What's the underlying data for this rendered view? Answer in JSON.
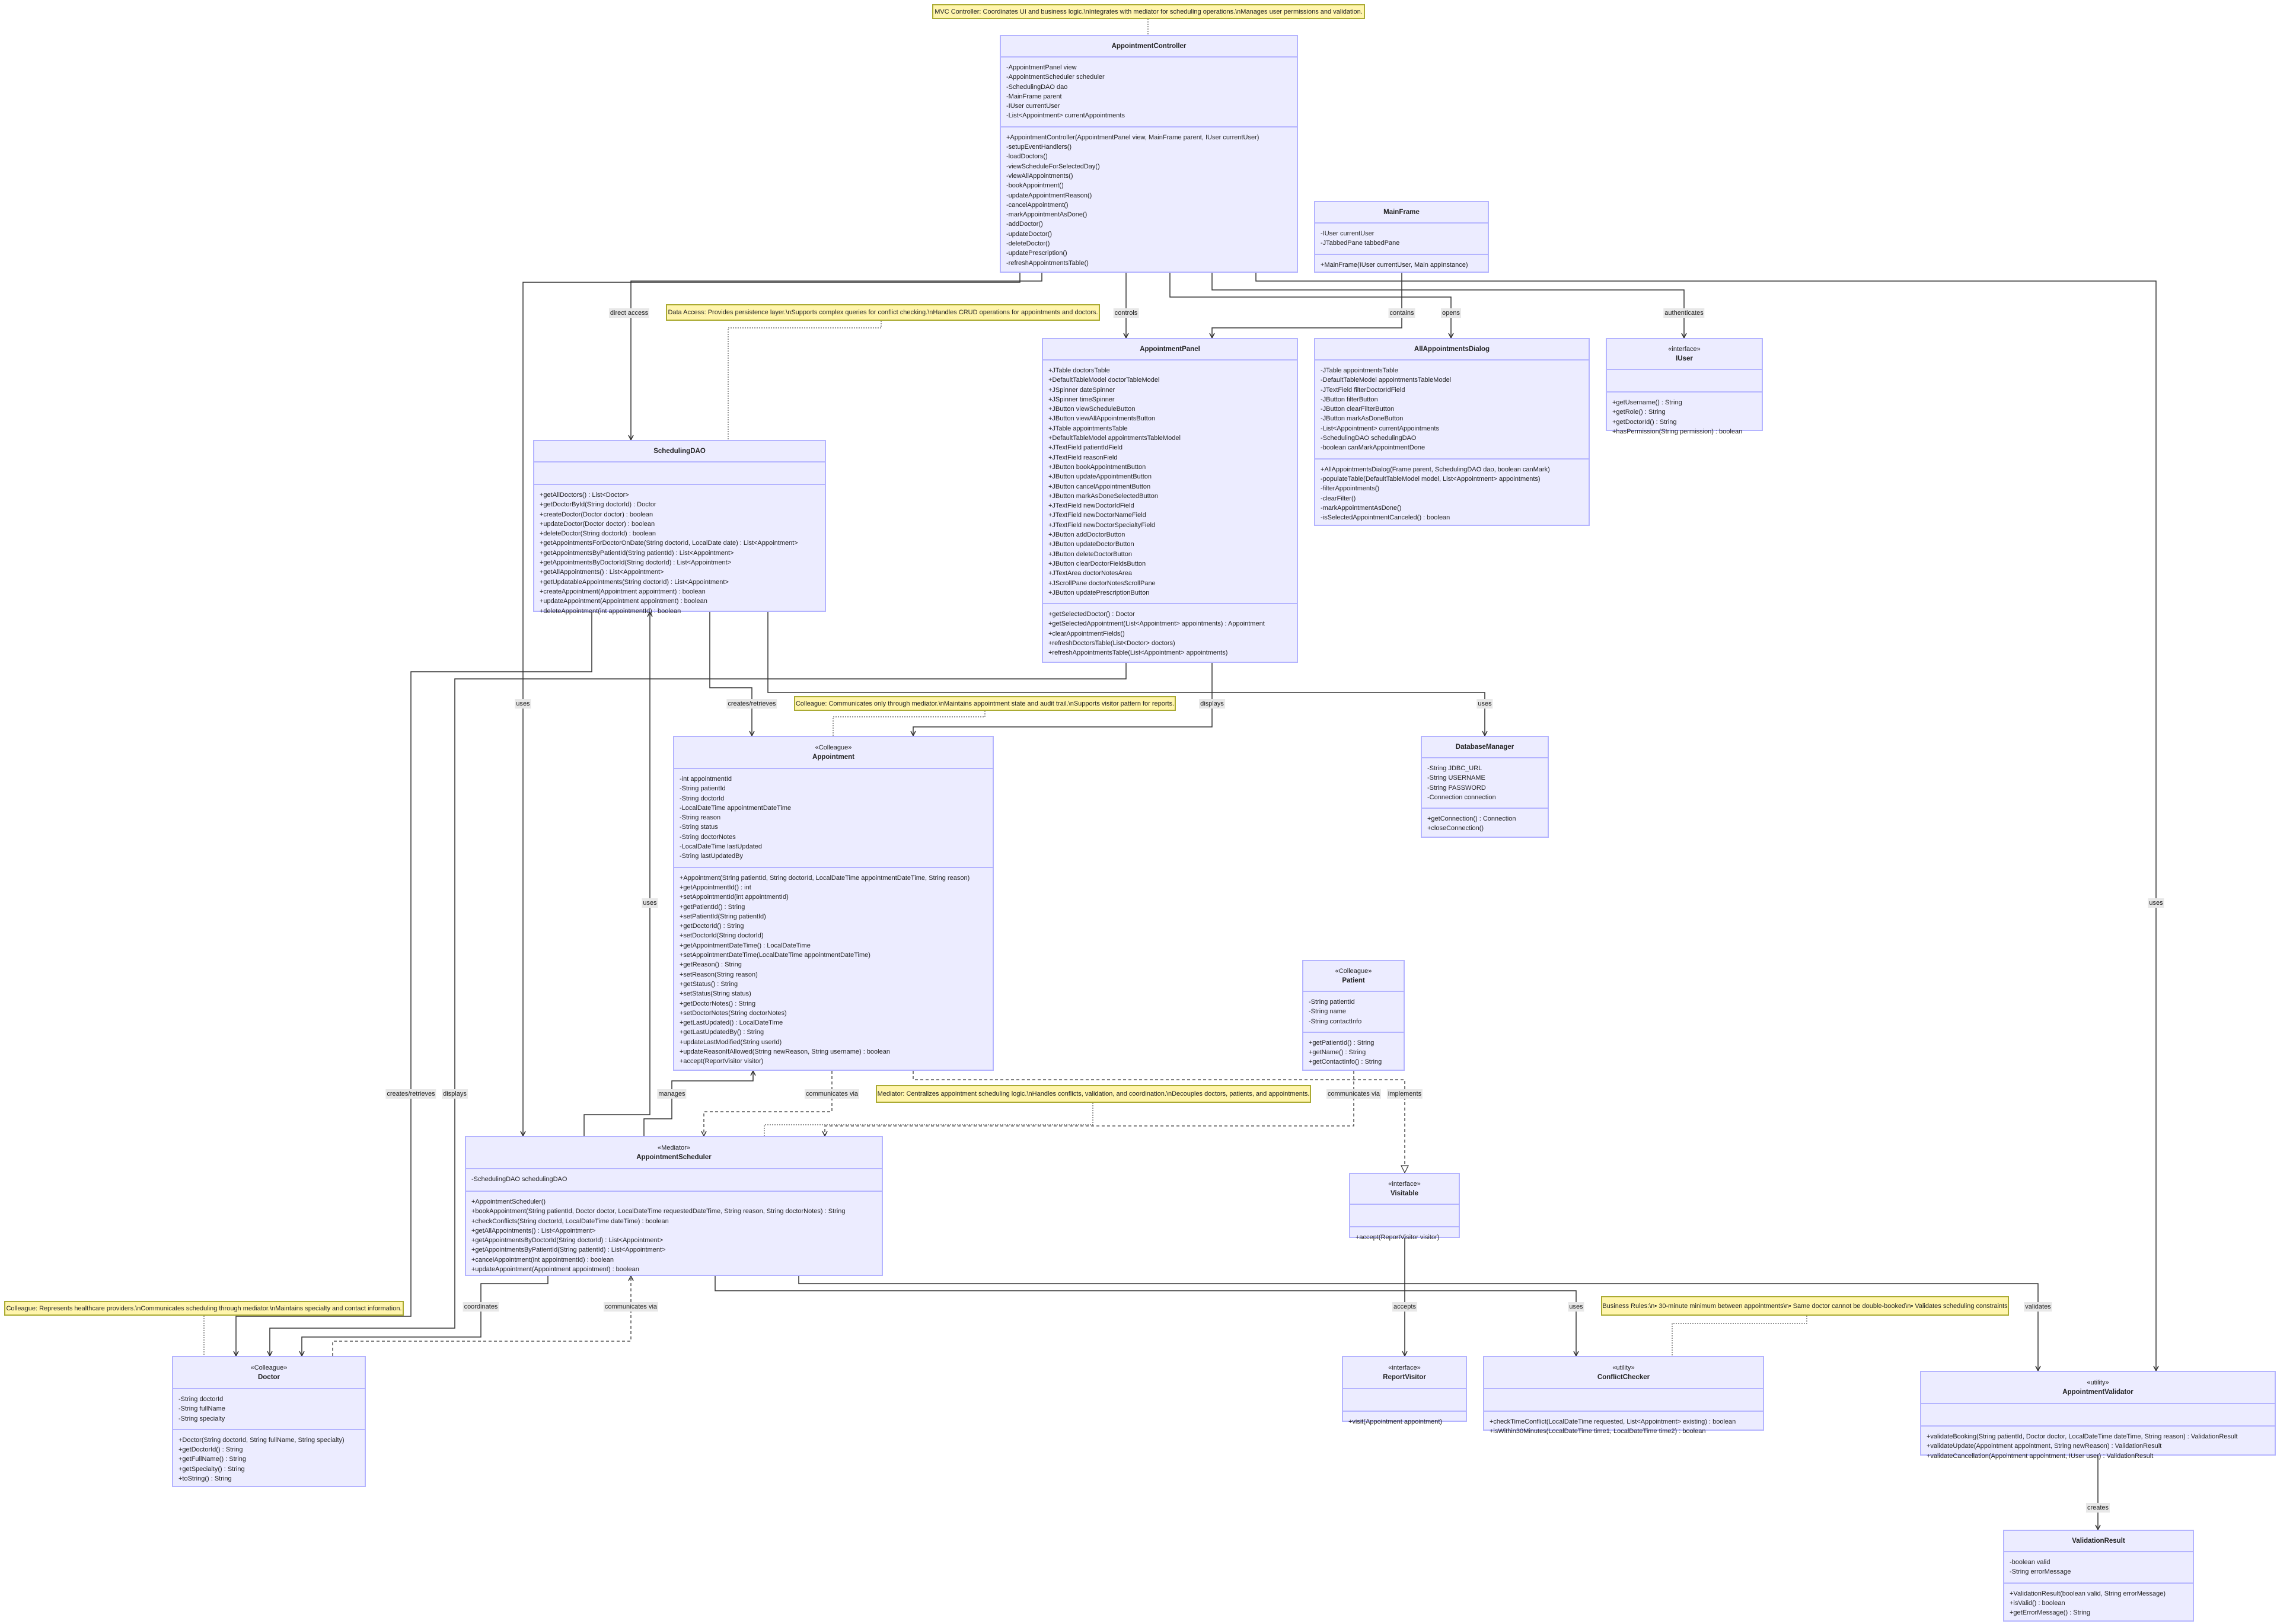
{
  "classes": {
    "controller": {
      "stereotype": null,
      "name": "AppointmentController",
      "attributes": [
        "-AppointmentPanel view",
        "-AppointmentScheduler scheduler",
        "-SchedulingDAO dao",
        "-MainFrame parent",
        "-IUser currentUser",
        "-List<Appointment> currentAppointments"
      ],
      "methods": [
        "+AppointmentController(AppointmentPanel view, MainFrame parent, IUser currentUser)",
        "-setupEventHandlers()",
        "-loadDoctors()",
        "-viewScheduleForSelectedDay()",
        "-viewAllAppointments()",
        "-bookAppointment()",
        "-updateAppointmentReason()",
        "-cancelAppointment()",
        "-markAppointmentAsDone()",
        "-addDoctor()",
        "-updateDoctor()",
        "-deleteDoctor()",
        "-updatePrescription()",
        "-refreshAppointmentsTable()"
      ]
    },
    "mainframe": {
      "stereotype": null,
      "name": "MainFrame",
      "attributes": [
        "-IUser currentUser",
        "-JTabbedPane tabbedPane"
      ],
      "methods": [
        "+MainFrame(IUser currentUser, Main appInstance)"
      ]
    },
    "dao": {
      "stereotype": null,
      "name": "SchedulingDAO",
      "attributes": [],
      "methods": [
        "+getAllDoctors() : List<Doctor>",
        "+getDoctorById(String doctorId) : Doctor",
        "+createDoctor(Doctor doctor) : boolean",
        "+updateDoctor(Doctor doctor) : boolean",
        "+deleteDoctor(String doctorId) : boolean",
        "+getAppointmentsForDoctorOnDate(String doctorId, LocalDate date) : List<Appointment>",
        "+getAppointmentsByPatientId(String patientId) : List<Appointment>",
        "+getAppointmentsByDoctorId(String doctorId) : List<Appointment>",
        "+getAllAppointments() : List<Appointment>",
        "+getUpdatableAppointments(String doctorId) : List<Appointment>",
        "+createAppointment(Appointment appointment) : boolean",
        "+updateAppointment(Appointment appointment) : boolean",
        "+deleteAppointment(int appointmentId) : boolean"
      ]
    },
    "panel": {
      "stereotype": null,
      "name": "AppointmentPanel",
      "attributes": [
        "+JTable doctorsTable",
        "+DefaultTableModel doctorTableModel",
        "+JSpinner dateSpinner",
        "+JSpinner timeSpinner",
        "+JButton viewScheduleButton",
        "+JButton viewAllAppointmentsButton",
        "+JTable appointmentsTable",
        "+DefaultTableModel appointmentsTableModel",
        "+JTextField patientIdField",
        "+JTextField reasonField",
        "+JButton bookAppointmentButton",
        "+JButton updateAppointmentButton",
        "+JButton cancelAppointmentButton",
        "+JButton markAsDoneSelectedButton",
        "+JTextField newDoctorIdField",
        "+JTextField newDoctorNameField",
        "+JTextField newDoctorSpecialtyField",
        "+JButton addDoctorButton",
        "+JButton updateDoctorButton",
        "+JButton deleteDoctorButton",
        "+JButton clearDoctorFieldsButton",
        "+JTextArea doctorNotesArea",
        "+JScrollPane doctorNotesScrollPane",
        "+JButton updatePrescriptionButton"
      ],
      "methods": [
        "+getSelectedDoctor() : Doctor",
        "+getSelectedAppointment(List<Appointment> appointments) : Appointment",
        "+clearAppointmentFields()",
        "+refreshDoctorsTable(List<Doctor> doctors)",
        "+refreshAppointmentsTable(List<Appointment> appointments)"
      ]
    },
    "dialog": {
      "stereotype": null,
      "name": "AllAppointmentsDialog",
      "attributes": [
        "-JTable appointmentsTable",
        "-DefaultTableModel appointmentsTableModel",
        "-JTextField filterDoctorIdField",
        "-JButton filterButton",
        "-JButton clearFilterButton",
        "-JButton markAsDoneButton",
        "-List<Appointment> currentAppointments",
        "-SchedulingDAO schedulingDAO",
        "-boolean canMarkAppointmentDone"
      ],
      "methods": [
        "+AllAppointmentsDialog(Frame parent, SchedulingDAO dao, boolean canMark)",
        "-populateTable(DefaultTableModel model, List<Appointment> appointments)",
        "-filterAppointments()",
        "-clearFilter()",
        "-markAppointmentAsDone()",
        "-isSelectedAppointmentCanceled() : boolean"
      ]
    },
    "iuser": {
      "stereotype": "«interface»",
      "name": "IUser",
      "attributes": [],
      "methods": [
        "+getUsername() : String",
        "+getRole() : String",
        "+getDoctorId() : String",
        "+hasPermission(String permission) : boolean"
      ]
    },
    "appointment": {
      "stereotype": "«Colleague»",
      "name": "Appointment",
      "attributes": [
        "-int appointmentId",
        "-String patientId",
        "-String doctorId",
        "-LocalDateTime appointmentDateTime",
        "-String reason",
        "-String status",
        "-String doctorNotes",
        "-LocalDateTime lastUpdated",
        "-String lastUpdatedBy"
      ],
      "methods": [
        "+Appointment(String patientId, String doctorId, LocalDateTime appointmentDateTime, String reason)",
        "+getAppointmentId() : int",
        "+setAppointmentId(int appointmentId)",
        "+getPatientId() : String",
        "+setPatientId(String patientId)",
        "+getDoctorId() : String",
        "+setDoctorId(String doctorId)",
        "+getAppointmentDateTime() : LocalDateTime",
        "+setAppointmentDateTime(LocalDateTime appointmentDateTime)",
        "+getReason() : String",
        "+setReason(String reason)",
        "+getStatus() : String",
        "+setStatus(String status)",
        "+getDoctorNotes() : String",
        "+setDoctorNotes(String doctorNotes)",
        "+getLastUpdated() : LocalDateTime",
        "+getLastUpdatedBy() : String",
        "+updateLastModified(String userId)",
        "+updateReasonIfAllowed(String newReason, String username) : boolean",
        "+accept(ReportVisitor visitor)"
      ]
    },
    "dbmanager": {
      "stereotype": null,
      "name": "DatabaseManager",
      "attributes": [
        "-String JDBC_URL",
        "-String USERNAME",
        "-String PASSWORD",
        "-Connection connection"
      ],
      "methods": [
        "+getConnection() : Connection",
        "+closeConnection()"
      ]
    },
    "patient": {
      "stereotype": "«Colleague»",
      "name": "Patient",
      "attributes": [
        "-String patientId",
        "-String name",
        "-String contactInfo"
      ],
      "methods": [
        "+getPatientId() : String",
        "+getName() : String",
        "+getContactInfo() : String"
      ]
    },
    "scheduler": {
      "stereotype": "«Mediator»",
      "name": "AppointmentScheduler",
      "attributes": [
        "-SchedulingDAO schedulingDAO"
      ],
      "methods": [
        "+AppointmentScheduler()",
        "+bookAppointment(String patientId, Doctor doctor, LocalDateTime requestedDateTime, String reason, String doctorNotes) : String",
        "+checkConflicts(String doctorId, LocalDateTime dateTime) : boolean",
        "+getAllAppointments() : List<Appointment>",
        "+getAppointmentsByDoctorId(String doctorId) : List<Appointment>",
        "+getAppointmentsByPatientId(String patientId) : List<Appointment>",
        "+cancelAppointment(int appointmentId) : boolean",
        "+updateAppointment(Appointment appointment) : boolean"
      ]
    },
    "visitable": {
      "stereotype": "«interface»",
      "name": "Visitable",
      "attributes": [],
      "methods": [
        "+accept(ReportVisitor visitor)"
      ]
    },
    "doctor": {
      "stereotype": "«Colleague»",
      "name": "Doctor",
      "attributes": [
        "-String doctorId",
        "-String fullName",
        "-String specialty"
      ],
      "methods": [
        "+Doctor(String doctorId, String fullName, String specialty)",
        "+getDoctorId() : String",
        "+getFullName() : String",
        "+getSpecialty() : String",
        "+toString() : String"
      ]
    },
    "reportvisitor": {
      "stereotype": "«interface»",
      "name": "ReportVisitor",
      "attributes": [],
      "methods": [
        "+visit(Appointment appointment)"
      ]
    },
    "conflictchecker": {
      "stereotype": "«utility»",
      "name": "ConflictChecker",
      "attributes": [],
      "methods": [
        "+checkTimeConflict(LocalDateTime requested, List<Appointment> existing) : boolean",
        "+isWithin30Minutes(LocalDateTime time1, LocalDateTime time2) : boolean"
      ]
    },
    "validator": {
      "stereotype": "«utility»",
      "name": "AppointmentValidator",
      "attributes": [],
      "methods": [
        "+validateBooking(String patientId, Doctor doctor, LocalDateTime dateTime, String reason) : ValidationResult",
        "+validateUpdate(Appointment appointment, String newReason) : ValidationResult",
        "+validateCancellation(Appointment appointment, IUser user) : ValidationResult"
      ]
    },
    "validationresult": {
      "stereotype": null,
      "name": "ValidationResult",
      "attributes": [
        "-boolean valid",
        "-String errorMessage"
      ],
      "methods": [
        "+ValidationResult(boolean valid, String errorMessage)",
        "+isValid() : boolean",
        "+getErrorMessage() : String"
      ]
    }
  },
  "notes": {
    "mvc": "MVC Controller: Coordinates UI and business logic.\\nIntegrates with mediator for scheduling operations.\\nManages user permissions and validation.",
    "data_access": "Data Access: Provides persistence layer.\\nSupports complex queries for conflict checking.\\nHandles CRUD operations for appointments and doctors.",
    "colleague_appointment": "Colleague: Communicates only through mediator.\\nMaintains appointment state and audit trail.\\nSupports visitor pattern for reports.",
    "mediator": "Mediator: Centralizes appointment scheduling logic.\\nHandles conflicts, validation, and coordination.\\nDecouples doctors, patients, and appointments.",
    "colleague_doctor": "Colleague: Represents healthcare providers.\\nCommunicates scheduling through mediator.\\nMaintains specialty and contact information.",
    "business_rules": "Business Rules:\\n• 30-minute minimum between appointments\\n• Same doctor cannot be double-booked\\n• Validates scheduling constraints"
  },
  "edge_labels": [
    "direct access",
    "controls",
    "contains",
    "opens",
    "authenticates",
    "uses",
    "creates/retrieves",
    "displays",
    "uses",
    "uses",
    "uses",
    "creates/retrieves",
    "displays",
    "manages",
    "communicates via",
    "communicates via",
    "implements",
    "coordinates",
    "communicates via",
    "accepts",
    "uses",
    "validates",
    "creates"
  ]
}
